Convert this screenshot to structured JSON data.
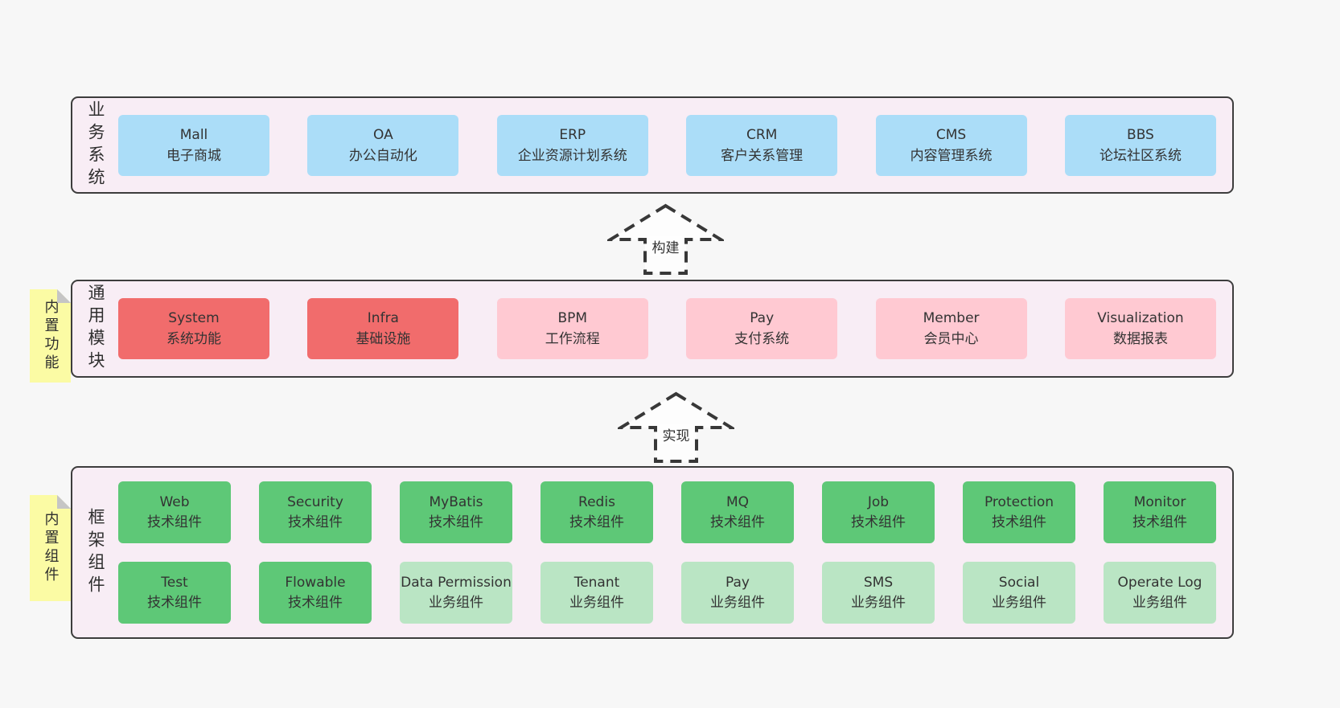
{
  "colors": {
    "page_background": "#f7f7f7",
    "layer_background": "#f8edf5",
    "layer_border": "#3d3d3d",
    "box_blue": "#abddf8",
    "box_red": "#f16c6c",
    "box_pink": "#ffc9d2",
    "box_green": "#5ec877",
    "box_green_light": "#bae5c4",
    "note_yellow": "#fbfba4",
    "note_fold_gray": "#c5c5c5",
    "text": "#333333",
    "arrow_stroke": "#383838"
  },
  "layers": [
    {
      "id": "business-systems",
      "label": "业务系统",
      "boxes": [
        {
          "title": "Mall",
          "subtitle": "电子商城",
          "variant": "blue"
        },
        {
          "title": "OA",
          "subtitle": "办公自动化",
          "variant": "blue"
        },
        {
          "title": "ERP",
          "subtitle": "企业资源计划系统",
          "variant": "blue"
        },
        {
          "title": "CRM",
          "subtitle": "客户关系管理",
          "variant": "blue"
        },
        {
          "title": "CMS",
          "subtitle": "内容管理系统",
          "variant": "blue"
        },
        {
          "title": "BBS",
          "subtitle": "论坛社区系统",
          "variant": "blue"
        }
      ]
    },
    {
      "id": "common-modules",
      "label": "通用模块",
      "note": "内置功能",
      "boxes": [
        {
          "title": "System",
          "subtitle": "系统功能",
          "variant": "red"
        },
        {
          "title": "Infra",
          "subtitle": "基础设施",
          "variant": "red"
        },
        {
          "title": "BPM",
          "subtitle": "工作流程",
          "variant": "pink"
        },
        {
          "title": "Pay",
          "subtitle": "支付系统",
          "variant": "pink"
        },
        {
          "title": "Member",
          "subtitle": "会员中心",
          "variant": "pink"
        },
        {
          "title": "Visualization",
          "subtitle": "数据报表",
          "variant": "pink"
        }
      ]
    },
    {
      "id": "framework-components",
      "label": "框架组件",
      "note": "内置组件",
      "rows": [
        [
          {
            "title": "Web",
            "subtitle": "技术组件",
            "variant": "green"
          },
          {
            "title": "Security",
            "subtitle": "技术组件",
            "variant": "green"
          },
          {
            "title": "MyBatis",
            "subtitle": "技术组件",
            "variant": "green"
          },
          {
            "title": "Redis",
            "subtitle": "技术组件",
            "variant": "green"
          },
          {
            "title": "MQ",
            "subtitle": "技术组件",
            "variant": "green"
          },
          {
            "title": "Job",
            "subtitle": "技术组件",
            "variant": "green"
          },
          {
            "title": "Protection",
            "subtitle": "技术组件",
            "variant": "green"
          },
          {
            "title": "Monitor",
            "subtitle": "技术组件",
            "variant": "green"
          }
        ],
        [
          {
            "title": "Test",
            "subtitle": "技术组件",
            "variant": "green"
          },
          {
            "title": "Flowable",
            "subtitle": "技术组件",
            "variant": "green"
          },
          {
            "title": "Data Permission",
            "subtitle": "业务组件",
            "variant": "green-light"
          },
          {
            "title": "Tenant",
            "subtitle": "业务组件",
            "variant": "green-light"
          },
          {
            "title": "Pay",
            "subtitle": "业务组件",
            "variant": "green-light"
          },
          {
            "title": "SMS",
            "subtitle": "业务组件",
            "variant": "green-light"
          },
          {
            "title": "Social",
            "subtitle": "业务组件",
            "variant": "green-light"
          },
          {
            "title": "Operate Log",
            "subtitle": "业务组件",
            "variant": "green-light"
          }
        ]
      ]
    }
  ],
  "arrows": [
    {
      "label": "构建"
    },
    {
      "label": "实现"
    }
  ]
}
